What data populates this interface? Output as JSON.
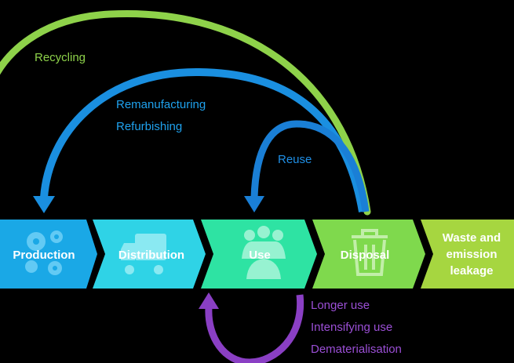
{
  "stages": [
    {
      "label": "Production",
      "icon": "gears-icon",
      "color": "#1aa8e6"
    },
    {
      "label": "Distribution",
      "icon": "truck-icon",
      "color": "#2fd3e6"
    },
    {
      "label": "Use",
      "icon": "people-icon",
      "color": "#2ee3a3"
    },
    {
      "label": "Disposal",
      "icon": "trash-bin-icon",
      "color": "#7fd94d"
    },
    {
      "label_lines": [
        "Waste and",
        "emission",
        "leakage"
      ],
      "color": "#a6d640"
    }
  ],
  "loops": {
    "recycling": {
      "label": "Recycling",
      "color": "#8ed24a"
    },
    "remanufacturing": {
      "labels": [
        "Remanufacturing",
        "Refurbishing"
      ],
      "color": "#1a8fe0"
    },
    "reuse": {
      "label": "Reuse",
      "color": "#1a7fd6"
    },
    "use_loop": {
      "labels": [
        "Longer use",
        "Intensifying use",
        "Dematerialisation"
      ],
      "color": "#8a3fc4"
    }
  }
}
